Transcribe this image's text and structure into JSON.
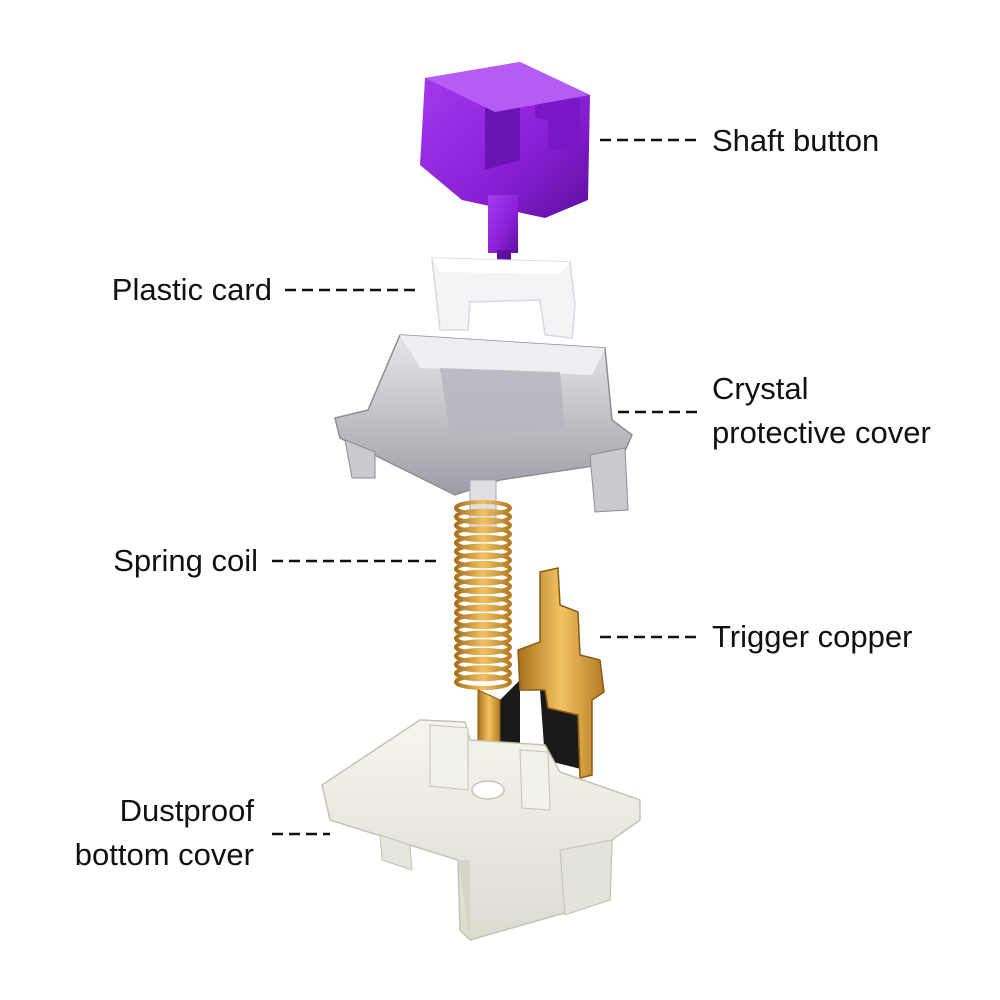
{
  "labels": {
    "shaft_button": "Shaft button",
    "plastic_card": "Plastic card",
    "crystal_cover_line1": "Crystal",
    "crystal_cover_line2": "protective cover",
    "spring_coil": "Spring coil",
    "trigger_copper": "Trigger copper",
    "bottom_cover_line1": "Dustproof",
    "bottom_cover_line2": "bottom cover"
  },
  "colors": {
    "shaft": "#8a1fd6",
    "shaft_dark": "#5d10a0",
    "crystal": "#c9c9cf",
    "copper": "#d8a23a",
    "bottom": "#ecebe2",
    "card": "#f4f4f7"
  }
}
